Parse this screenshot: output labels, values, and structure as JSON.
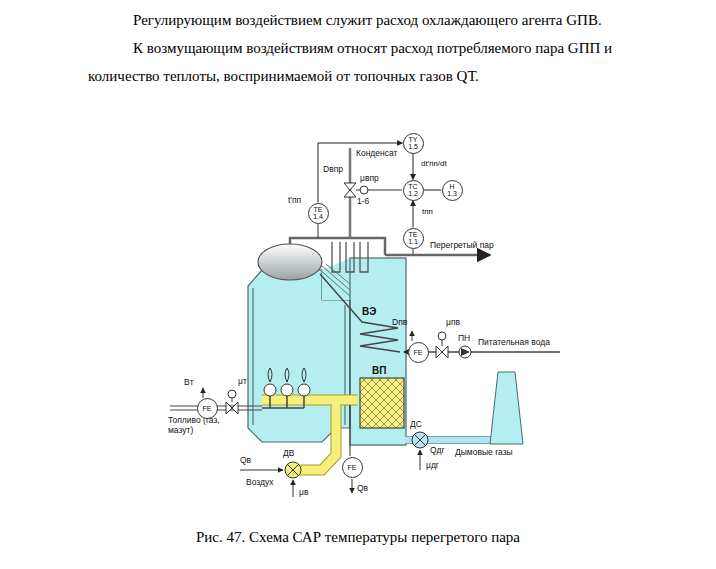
{
  "diagram": {
    "caption": "Рис. 47. Схема САР температуры перегретого пара",
    "nodes": [
      {
        "text": [
          "TY",
          "1.5"
        ]
      },
      {
        "text": [
          "TC",
          "1.2"
        ]
      },
      {
        "text": [
          "H",
          "1.3"
        ]
      },
      {
        "text": [
          "TE",
          "1.1"
        ]
      },
      {
        "text": [
          "TE",
          "1.4"
        ]
      },
      {
        "text": [
          "FE"
        ]
      },
      {
        "text": [
          "FE"
        ]
      },
      {
        "text": [
          "FE"
        ]
      }
    ],
    "edges": [
      {
        "from": 0,
        "to": 1,
        "arrow": "to",
        "label": "dt′пп/dt"
      },
      {
        "from": 3,
        "to": 1,
        "arrow": "to",
        "label": "tпп"
      },
      {
        "from": 1,
        "to": 2,
        "arrow": "none"
      },
      {
        "from": 4,
        "to": 0,
        "arrow": "to"
      }
    ],
    "labels": [
      "Регулирующим воздействием служит расход охлаждающего агента GПВ.",
      "К возмущающим воздействиям относят расход потребляемого пара GПП и количество теплоты, воспринимаемой от топочных газов QТ.",
      "Конденсат",
      "Dвпр",
      "μвпр",
      "1-6",
      "t′пп",
      "Перегретый пар",
      "ВЭ",
      "Dпв",
      "μпв",
      "ПН",
      "Питательная вода",
      "ВП",
      "Bт",
      "μт",
      "Топливо (газ, мазут)",
      "ДС",
      "Qдг",
      "μдг",
      "Дымовые газы",
      "ДВ",
      "Qв",
      "Воздух",
      "Qв",
      "μв"
    ]
  }
}
